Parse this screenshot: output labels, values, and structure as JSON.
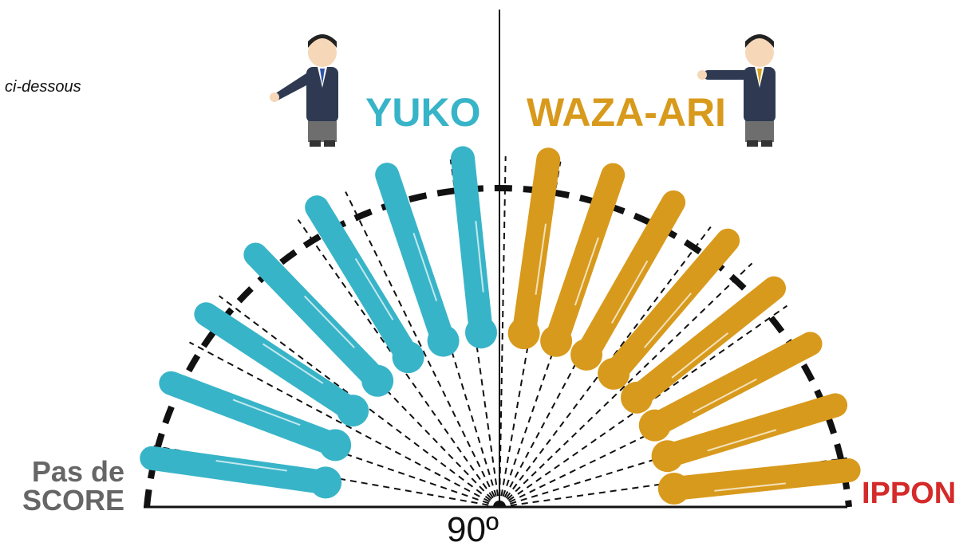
{
  "caption": "ci-dessous",
  "labels": {
    "yuko": "YUKO",
    "waza_ari": "WAZA-ARI",
    "no_score_line1": "Pas de",
    "no_score_line2": "SCORE",
    "ippon": "IPPON",
    "angle": "90º"
  },
  "colors": {
    "yuko": "#38b4c8",
    "waza_ari": "#d89a1c",
    "ippon": "#d42a2a",
    "no_score": "#666666",
    "suit": "#2f3a52",
    "trousers": "#6e6e6e"
  },
  "figures": {
    "yuko_count": 7,
    "waza_ari_count": 8
  }
}
